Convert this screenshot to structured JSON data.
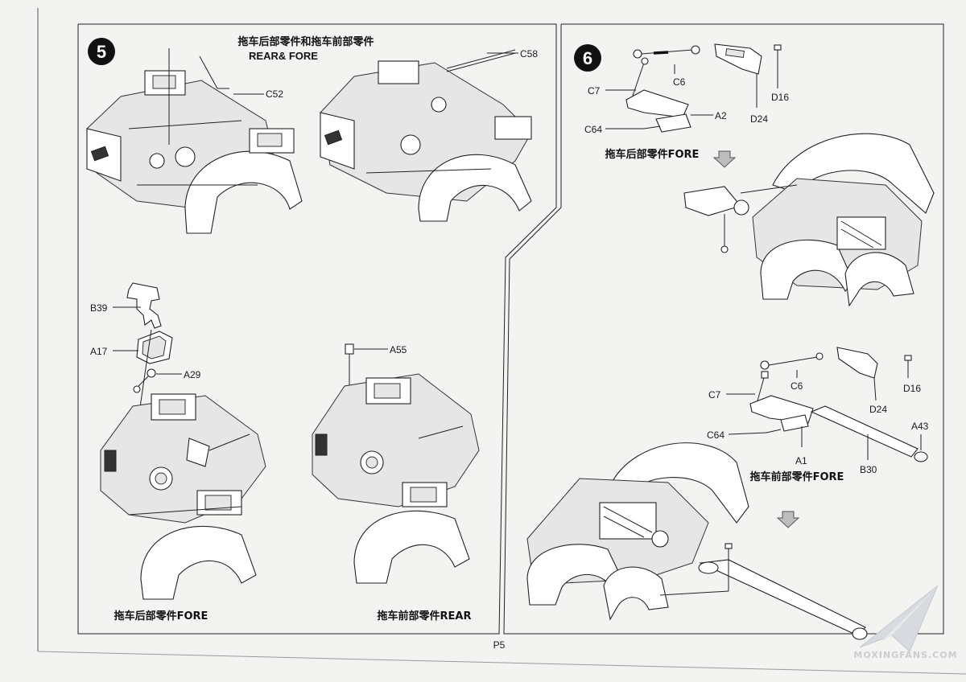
{
  "step5": {
    "number": "5",
    "title_cn": "拖车后部零件和拖车前部零件",
    "title_en": "REAR& FORE",
    "parts": [
      "C52",
      "C58",
      "B39",
      "A17",
      "A29",
      "A55"
    ],
    "caption_left": "拖车后部零件FORE",
    "caption_right": "拖车前部零件REAR"
  },
  "step6": {
    "number": "6",
    "top_parts": [
      "C6",
      "C7",
      "A2",
      "C64",
      "D16",
      "D24"
    ],
    "caption_top": "拖车后部零件FORE",
    "bottom_parts": [
      "C6",
      "C7",
      "C64",
      "A1",
      "D16",
      "D24",
      "B30",
      "A43"
    ],
    "caption_bottom": "拖车前部零件FORE"
  },
  "footer": {
    "page": "P5"
  },
  "watermark": {
    "text": "MOXINGFANS.COM"
  },
  "colors": {
    "paper": "#f3f3f1",
    "ink": "#111111",
    "badge": "#111111"
  }
}
